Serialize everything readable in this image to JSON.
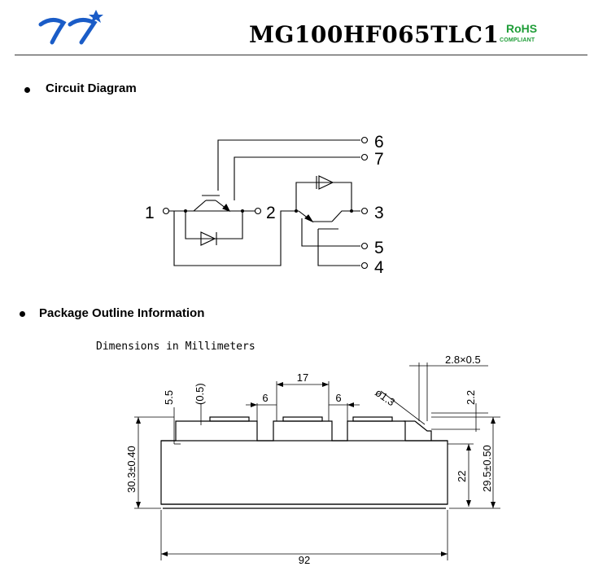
{
  "header": {
    "part_number": "MG100HF065TLC1",
    "rohs": "RoHS",
    "compliant": "COMPLIANT",
    "brand_color": "#1a5cc7",
    "rohs_color": "#1f9d38"
  },
  "sections": {
    "circuit": "Circuit Diagram",
    "package": "Package Outline Information"
  },
  "circuit_labels": {
    "t1": "1",
    "t2": "2",
    "t3": "3",
    "t4": "4",
    "t5": "5",
    "t6": "6",
    "t7": "7"
  },
  "outline": {
    "units_note": "Dimensions in Millimeters",
    "d_pitch": "17",
    "d_tab_left": "6",
    "d_tab_right": "6",
    "d_terminal": "2.8×0.5",
    "d_hole": "ø1.3",
    "d_5_5": "5.5",
    "d_0_5": "(0.5)",
    "d_2_2": "2.2",
    "d_height_left": "30.3±0.40",
    "d_body": "22",
    "d_height_right": "29.5±0.50",
    "d_length": "92"
  }
}
